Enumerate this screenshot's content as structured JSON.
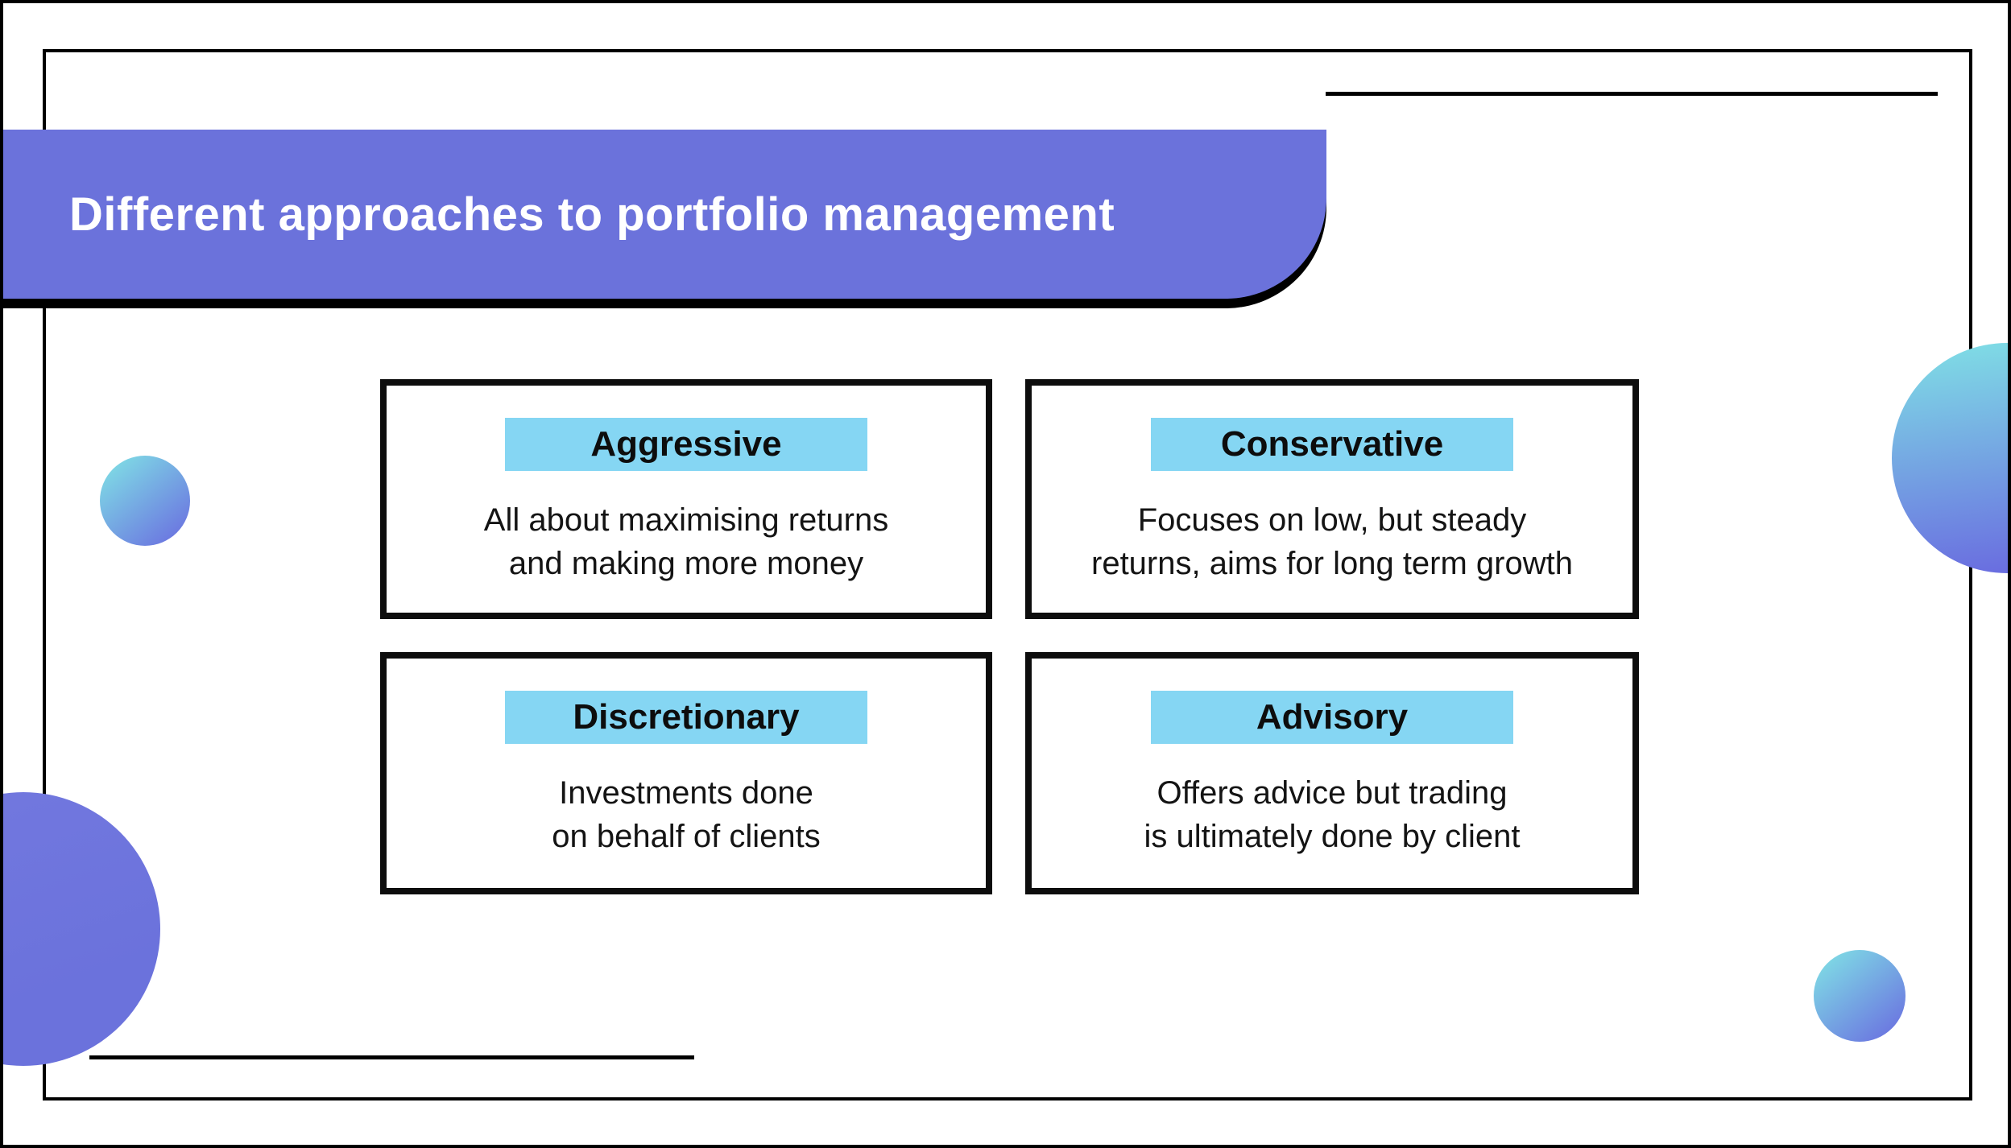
{
  "slide": {
    "title": "Different approaches to portfolio management"
  },
  "cards": [
    {
      "label": "Aggressive",
      "line1": "All about maximising returns",
      "line2": "and making more money"
    },
    {
      "label": "Conservative",
      "line1": "Focuses on low, but steady",
      "line2": "returns, aims for long term growth"
    },
    {
      "label": "Discretionary",
      "line1": "Investments done",
      "line2": "on behalf of clients"
    },
    {
      "label": "Advisory",
      "line1": "Offers advice but trading",
      "line2": "is ultimately done by client"
    }
  ],
  "colors": {
    "banner-purple": "#6b72db",
    "label-blue": "#85d6f3",
    "gradient-cyan": "#7fdce5",
    "gradient-purple": "#6a6fe0",
    "circle-flat-purple": "#6b72dc",
    "ink": "#0d0d0d"
  }
}
